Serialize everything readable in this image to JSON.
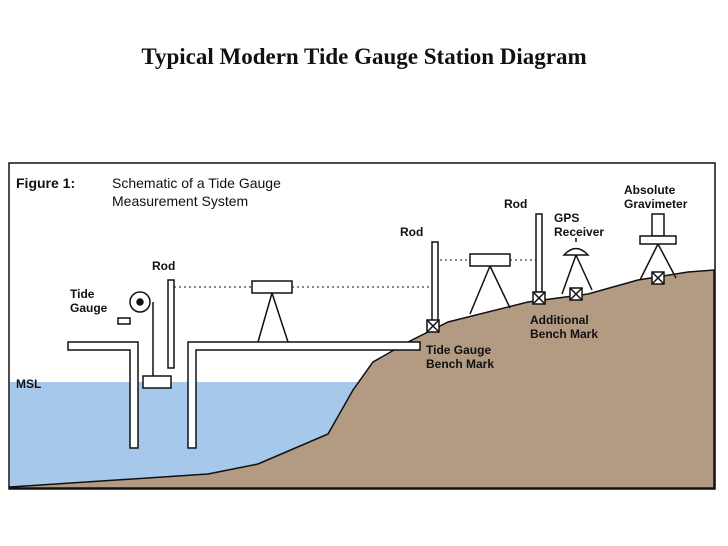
{
  "title": "Typical Modern Tide Gauge Station Diagram",
  "figure": {
    "label": "Figure 1:",
    "caption_line1": "Schematic of a Tide Gauge",
    "caption_line2": "Measurement System"
  },
  "labels": {
    "msl": "MSL",
    "tide_gauge_1": "Tide",
    "tide_gauge_2": "Gauge",
    "rod_1": "Rod",
    "rod_2": "Rod",
    "rod_3": "Rod",
    "tgbm_1": "Tide Gauge",
    "tgbm_2": "Bench Mark",
    "abm_1": "Additional",
    "abm_2": "Bench Mark",
    "gps_1": "GPS",
    "gps_2": "Receiver",
    "grav_1": "Absolute",
    "grav_2": "Gravimeter"
  },
  "colors": {
    "water": "#a6c8ea",
    "land": "#b39a82",
    "outline": "#111111"
  }
}
